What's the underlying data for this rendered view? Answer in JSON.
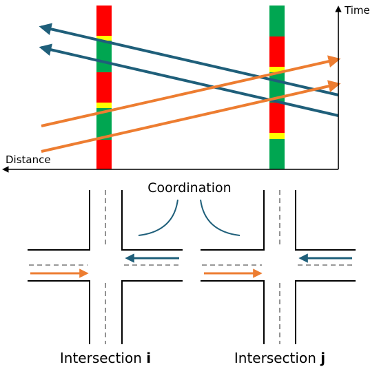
{
  "time_space_diagram": {
    "time_axis_label": "Time",
    "distance_axis_label": "Distance",
    "colors": {
      "red_phase": "#ff0000",
      "green_phase": "#00a651",
      "yellow_phase": "#ffff00",
      "inbound_trajectory": "#1f5f7a",
      "outbound_trajectory": "#ed7d31"
    }
  },
  "intersections": {
    "coordination_label": "Coordination",
    "left_label_prefix": "Intersection ",
    "left_label_id": "i",
    "right_label_prefix": "Intersection ",
    "right_label_id": "j"
  }
}
